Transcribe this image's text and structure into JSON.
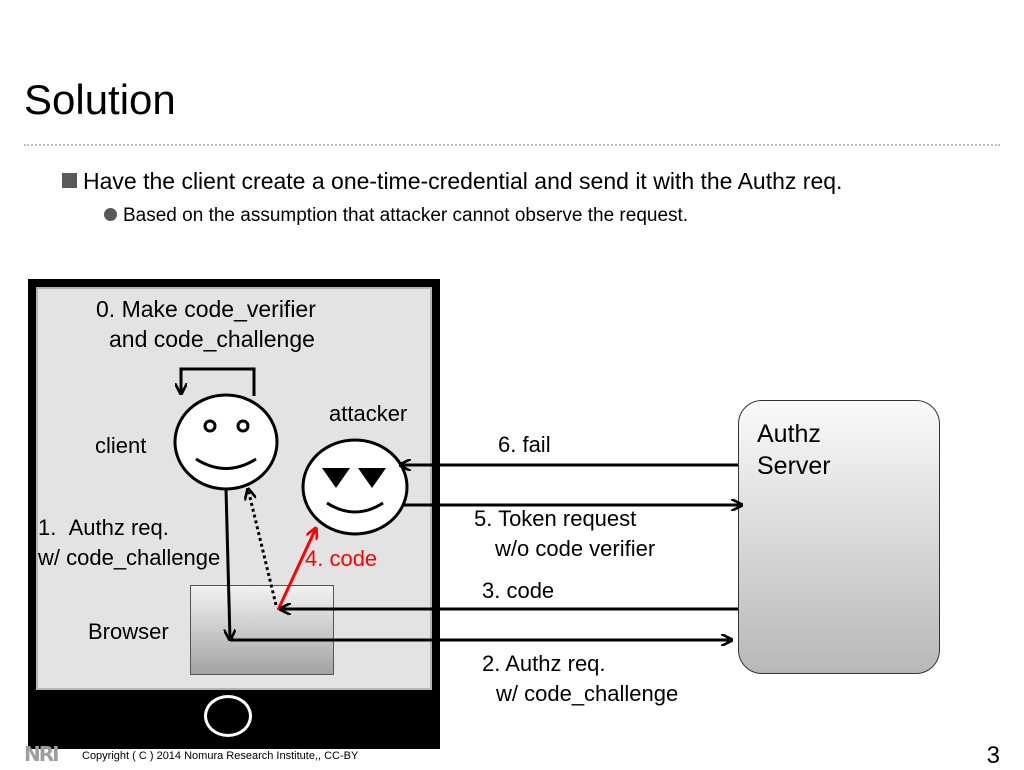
{
  "slide": {
    "title": "Solution",
    "bullet_1": "Have the client create a one-time-credential and send it with the Authz req.",
    "bullet_2": "Based on the assumption that attacker cannot observe the request."
  },
  "diagram": {
    "step0_line1": "0. Make code_verifier",
    "step0_line2": "and code_challenge",
    "client_label": "client",
    "attacker_label": "attacker",
    "step1_line1": "1.  Authz req.",
    "step1_line2": "w/ code_challenge",
    "step4_label": "4. code",
    "browser_label": "Browser",
    "server_line1": "Authz",
    "server_line2": "Server",
    "step6_label": "6. fail",
    "step5_line1": "5. Token request",
    "step5_line2": "w/o code verifier",
    "step3_label": "3. code",
    "step2_line1": "2. Authz req.",
    "step2_line2": "w/ code_challenge",
    "colors": {
      "step4": "#ff0000",
      "ink": "#000000"
    }
  },
  "footer": {
    "logo": "NRI",
    "copyright": "Copyright ( C )  2014 Nomura Research Institute,, CC-BY",
    "page_number": "3"
  }
}
